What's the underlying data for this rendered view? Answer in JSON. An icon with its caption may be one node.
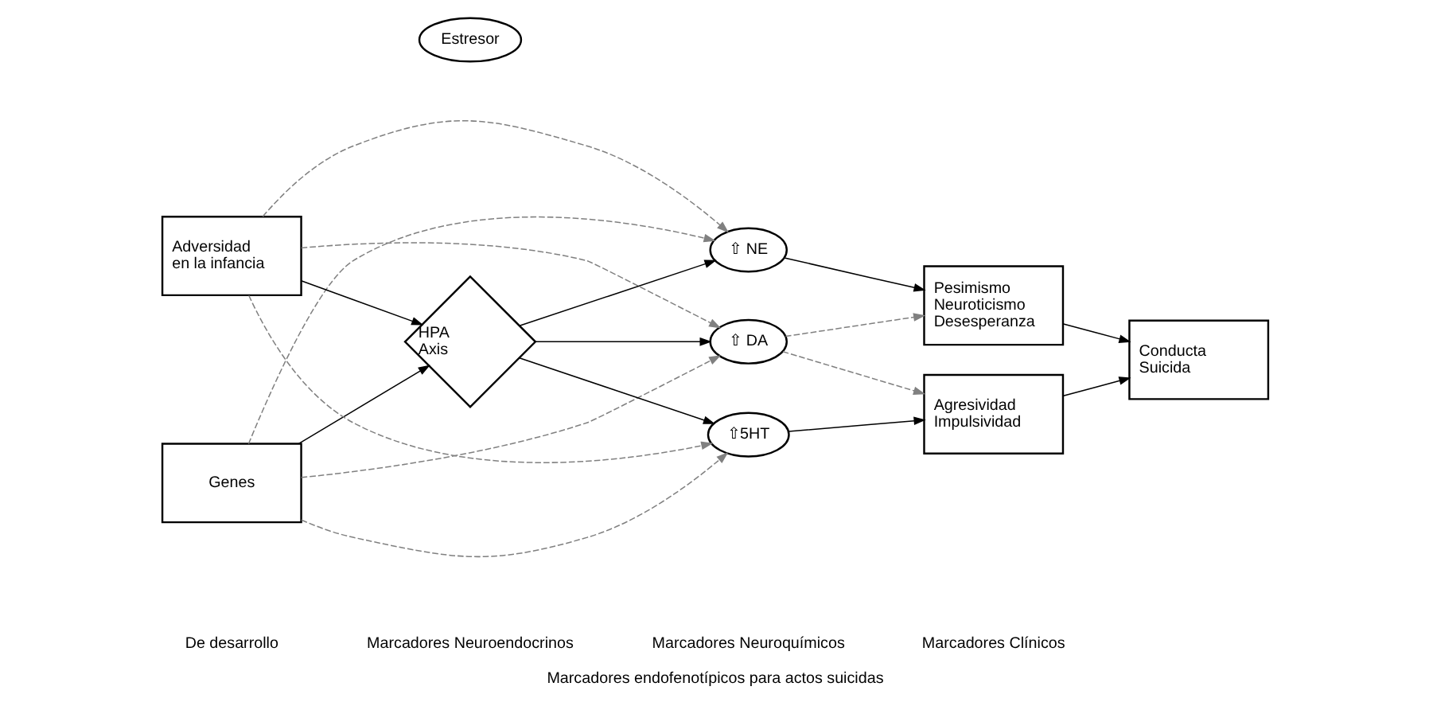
{
  "diagram": {
    "caption": "Marcadores endofenotípicos para actos suicidas",
    "nodes": [
      {
        "text": [
          "Genes"
        ]
      },
      {
        "text": [
          "Adversidad en la infancia"
        ]
      },
      {
        "text": [
          "HPA Axis"
        ]
      },
      {
        "text": [
          "Estresor"
        ]
      },
      {
        "text": [
          "⇧ NE"
        ]
      },
      {
        "text": [
          "⇧ DA"
        ]
      },
      {
        "text": [
          "⇧5HT"
        ]
      },
      {
        "text": [
          "Pesimismo Neuroticismo Desesperanza"
        ]
      },
      {
        "text": [
          "Agresividad Impulsividad"
        ]
      },
      {
        "text": [
          "Conducta Suicida"
        ]
      }
    ],
    "edges": [
      {
        "from": 0,
        "to": 2,
        "arrow": "to"
      },
      {
        "from": 1,
        "to": 2,
        "arrow": "to"
      },
      {
        "from": 0,
        "to": 4,
        "arrow": "to",
        "style": "dashed",
        "color": "#808080"
      },
      {
        "from": 1,
        "to": 4,
        "arrow": "to",
        "style": "dashed",
        "color": "#808080"
      },
      {
        "from": 0,
        "to": 5,
        "arrow": "to",
        "style": "dashed",
        "color": "#808080"
      },
      {
        "from": 1,
        "to": 5,
        "arrow": "to",
        "style": "dashed",
        "color": "#808080"
      },
      {
        "from": 0,
        "to": 6,
        "arrow": "to",
        "style": "dashed",
        "color": "#808080"
      },
      {
        "from": 1,
        "to": 6,
        "arrow": "to",
        "style": "dashed",
        "color": "#808080"
      },
      {
        "from": 2,
        "to": 4,
        "arrow": "to"
      },
      {
        "from": 2,
        "to": 5,
        "arrow": "to"
      },
      {
        "from": 2,
        "to": 6,
        "arrow": "to"
      },
      {
        "from": 4,
        "to": 7,
        "arrow": "to"
      },
      {
        "from": 5,
        "to": 7,
        "arrow": "to",
        "style": "dashed",
        "color": "#808080"
      },
      {
        "from": 5,
        "to": 8,
        "arrow": "to",
        "style": "dashed",
        "color": "#808080"
      },
      {
        "from": 6,
        "to": 8,
        "arrow": "to"
      },
      {
        "from": 7,
        "to": 9,
        "arrow": "to"
      },
      {
        "from": 8,
        "to": 9,
        "arrow": "to"
      }
    ],
    "labels": [
      "De desarrollo",
      "Marcadores Neuroendocrinos",
      "Marcadores Neuroquímicos",
      "Marcadores Clínicos"
    ]
  }
}
